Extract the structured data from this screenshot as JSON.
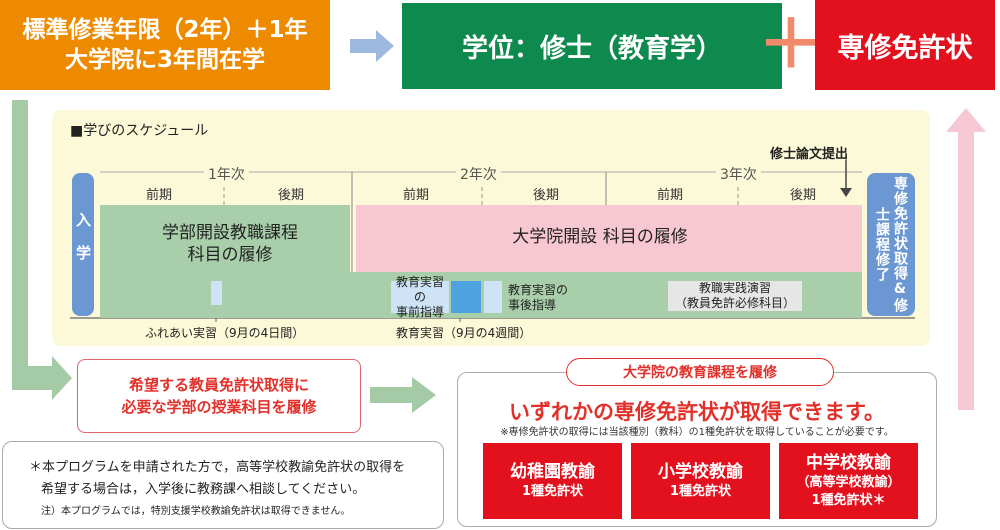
{
  "top": {
    "left_line1": "標準修業年限（2年）＋1年",
    "left_line2": "大学院に3年間在学",
    "degree": "学位：修士（教育学）",
    "plus": "＋",
    "license": "専修免許状"
  },
  "schedule": {
    "title": "■学びのスケジュール",
    "entry": "入学",
    "exit": "専修免許状取得&修士課程修了",
    "thesis": "修士論文提出",
    "years": [
      "1年次",
      "2年次",
      "3年次"
    ],
    "terms": [
      "前期",
      "後期",
      "前期",
      "後期",
      "前期",
      "後期"
    ],
    "undergrad_line1": "学部開設教職課程",
    "undergrad_line2": "科目の履修",
    "graduate": "大学院開設 科目の履修",
    "pre_line1": "教育実習の",
    "pre_line2": "事前指導",
    "post_line1": "教育実習の",
    "post_line2": "事後指導",
    "practicum_line1": "教職実践演習",
    "practicum_line2": "（教員免許必修科目）",
    "fureai": "ふれあい実習（9月の4日間）",
    "kyoiku": "教育実習（9月の4週間）"
  },
  "wish": {
    "line1": "希望する教員免許状取得に",
    "line2": "必要な学部の授業科目を履修"
  },
  "graduate_box": {
    "label": "大学院の教育課程を履修",
    "main": "いずれかの専修免許状が取得できます。",
    "note": "※専修免許状の取得には当該種別（教科）の1種免許状を取得していることが必要です。",
    "licenses": [
      {
        "name": "幼稚園教諭",
        "sub": "1種免許状"
      },
      {
        "name": "小学校教諭",
        "sub": "1種免許状"
      },
      {
        "name": "中学校教諭",
        "sub": "（高等学校教諭）",
        "sub2": "1種免許状＊"
      }
    ]
  },
  "note_box": {
    "line1": "＊本プログラムを申請された方で，高等学校教諭免許状の取得を",
    "line2": "希望する場合は，入学後に教務課へ相談してください。",
    "line3": "注）本プログラムでは，特別支援学校教諭免許状は取得できません。"
  },
  "colors": {
    "orange": "#ee8a00",
    "green": "#0f8a4f",
    "red": "#e3101e",
    "blue": "#6b97d2",
    "undergrad_green": "#a9cfaa",
    "graduate_pink": "#f7c8d2"
  }
}
